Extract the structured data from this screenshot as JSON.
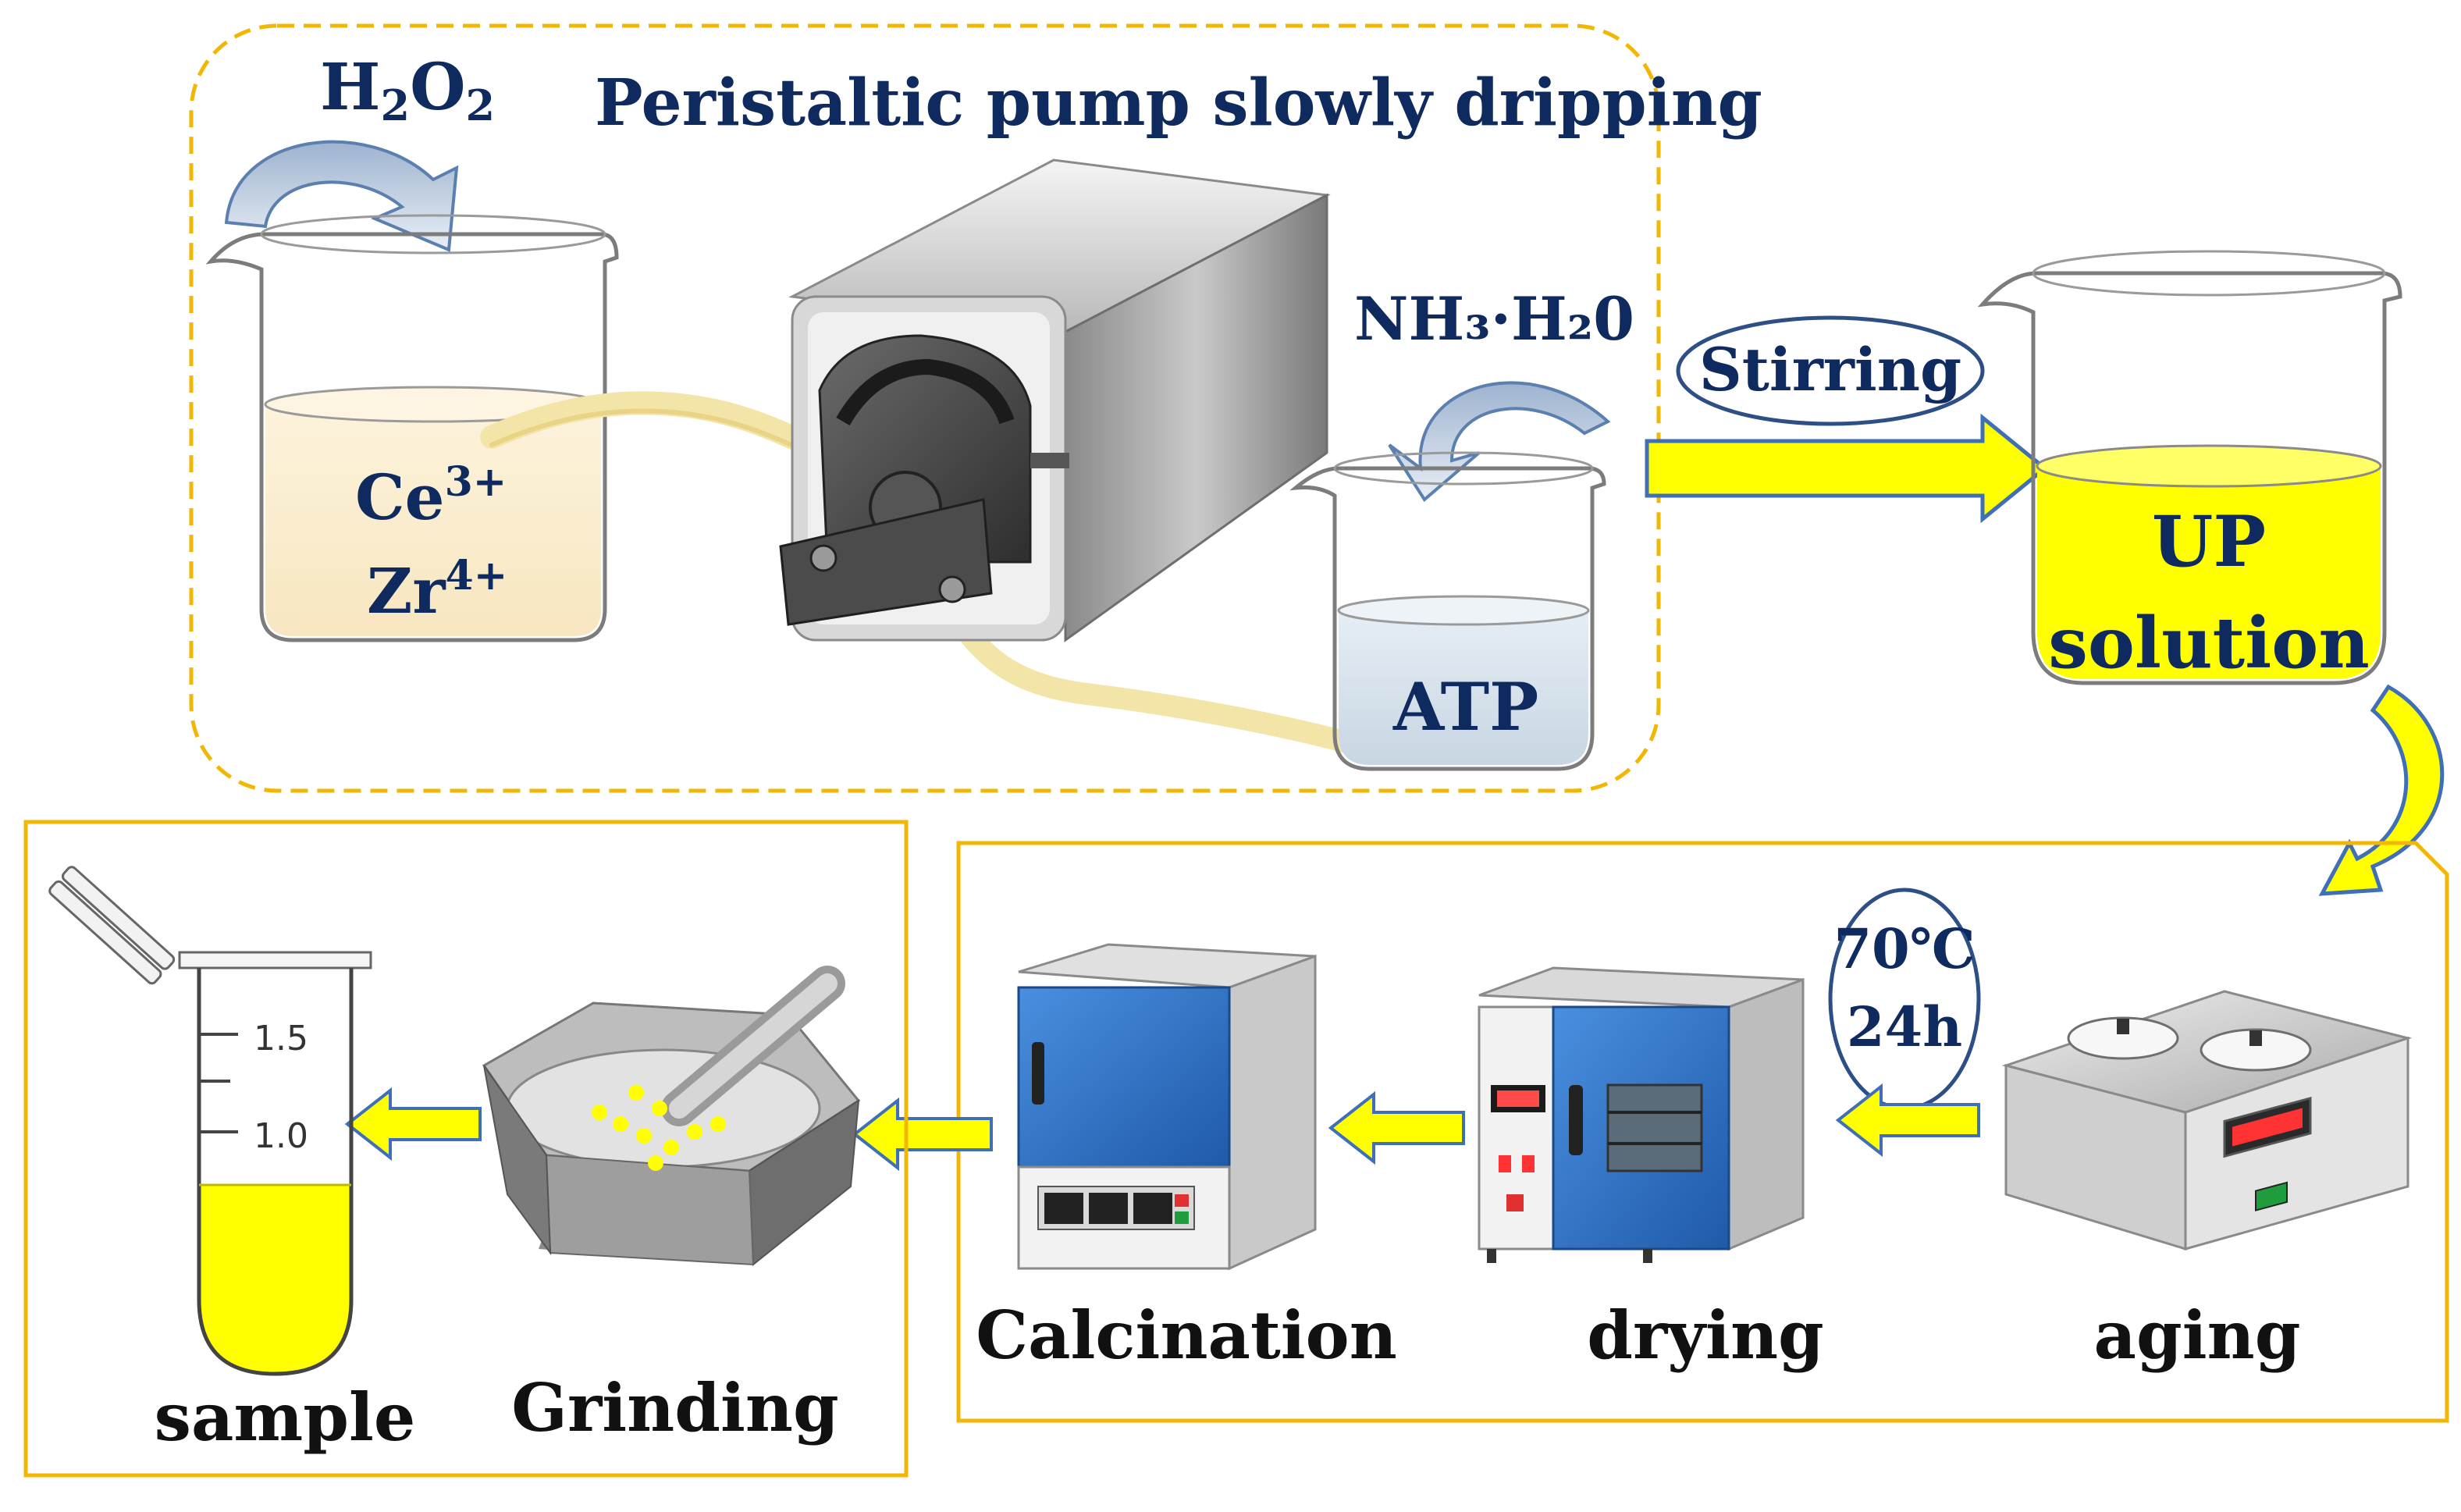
{
  "top_group": {
    "oxidant": {
      "base": "H",
      "sub1": "2",
      "mid": "O",
      "sub2": "2"
    },
    "pump_title": "Peristaltic pump slowly dripping",
    "beaker_left": {
      "line1_base": "Ce",
      "line1_sup": "3+",
      "line2_base": "Zr",
      "line2_sup": "4+"
    },
    "base_reagent": "NH₃·H₂0",
    "beaker_right_label": "ATP"
  },
  "stirring_label": "Stirring",
  "up_beaker": {
    "line1": "UP",
    "line2": "solution"
  },
  "condition_badge": {
    "line1": "70℃",
    "line2": "24h"
  },
  "steps": {
    "aging": "aging",
    "drying": "drying",
    "calcination": "Calcination",
    "grinding": "Grinding",
    "sample": "sample"
  },
  "tube_scale": {
    "upper": "1.5",
    "lower": "1.0"
  },
  "colors": {
    "frame": "#f2b705",
    "arrow_fill": "#ffff00",
    "arrow_edge": "#3e6fb8",
    "text": "#0e2a5e",
    "solution_yellow": "#ffff00",
    "pale_solution": "#fbeecd",
    "oven_blue": "#2c6fc4"
  }
}
